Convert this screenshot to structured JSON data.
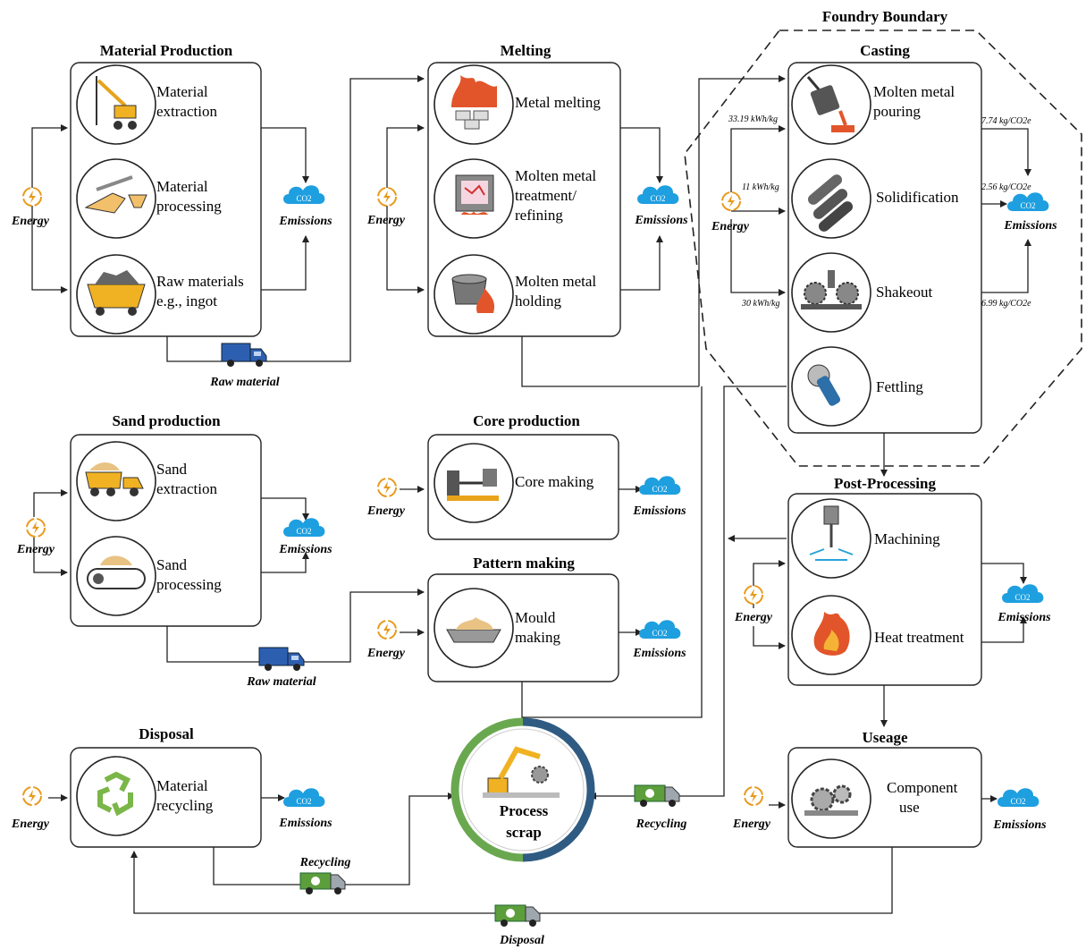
{
  "stages": {
    "material_production": {
      "title": "Material Production",
      "items": [
        [
          "Material",
          "extraction"
        ],
        [
          "Material",
          "processing"
        ],
        [
          "Raw materials",
          "e.g., ingot"
        ]
      ]
    },
    "melting": {
      "title": "Melting",
      "items": [
        [
          "Metal melting"
        ],
        [
          "Molten metal",
          "treatment/",
          "refining"
        ],
        [
          "Molten metal",
          "holding"
        ]
      ]
    },
    "casting": {
      "title": "Casting",
      "items": [
        [
          "Molten metal",
          "pouring"
        ],
        [
          "Solidification"
        ],
        [
          "Shakeout"
        ],
        [
          "Fettling"
        ]
      ]
    },
    "sand_production": {
      "title": "Sand production",
      "items": [
        [
          "Sand",
          "extraction"
        ],
        [
          "Sand",
          "processing"
        ]
      ]
    },
    "core_production": {
      "title": "Core production",
      "items": [
        [
          "Core making"
        ]
      ]
    },
    "pattern_making": {
      "title": "Pattern making",
      "items": [
        [
          "Mould",
          "making"
        ]
      ]
    },
    "post_processing": {
      "title": "Post-Processing",
      "items": [
        [
          "Machining"
        ],
        [
          "Heat treatment"
        ]
      ]
    },
    "disposal": {
      "title": "Disposal",
      "items": [
        [
          "Material",
          "recycling"
        ]
      ]
    },
    "useage": {
      "title": "Useage",
      "items": [
        [
          "Component",
          "use"
        ]
      ]
    }
  },
  "foundry_boundary": "Foundry Boundary",
  "process_scrap": [
    "Process",
    "scrap"
  ],
  "labels": {
    "energy": "Energy",
    "emissions": "Emissions",
    "co2": "CO2",
    "raw_material": "Raw material",
    "recycling": "Recycling",
    "disposal": "Disposal"
  },
  "casting_energy": [
    "33.19 kWh/kg",
    "11 kWh/kg",
    "30 kWh/kg"
  ],
  "casting_emissions": [
    "7.74 kg/CO2e",
    "2.56 kg/CO2e",
    "6.99 kg/CO2e"
  ],
  "icons": [
    "excavator-icon",
    "processing-icon",
    "ore-cart-icon",
    "furnace-fire-icon",
    "refining-furnace-icon",
    "holding-pot-icon",
    "ladle-pour-icon",
    "metal-bars-icon",
    "shakeout-icon",
    "grinder-icon",
    "dump-truck-icon",
    "conveyor-sand-icon",
    "lathe-icon",
    "mould-tray-icon",
    "drill-icon",
    "fire-icon",
    "recycle-icon",
    "gears-icon",
    "robot-arm-icon",
    "truck-icon",
    "energy-icon",
    "cloud-icon"
  ],
  "colors": {
    "cloud": "#1e9fe0",
    "energy": "#e89a1c",
    "truck_blue": "#2d5fb0",
    "truck_green": "#5c9e3c",
    "scrap_green": "#6aa84f",
    "scrap_blue": "#2f5b82",
    "fire": "#e2552a"
  }
}
